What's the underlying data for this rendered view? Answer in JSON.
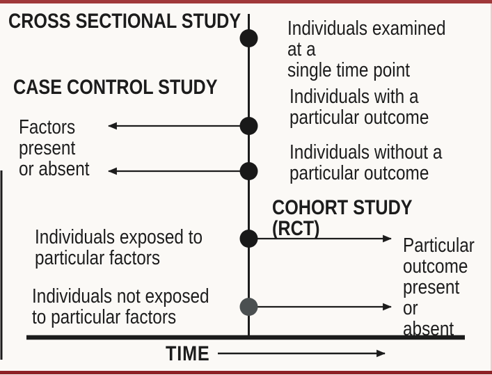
{
  "palette": {
    "background": "#fbf9f6",
    "accent_red": "#a0383a",
    "accent_red_dark": "#8d2026",
    "ink": "#1c1c1c",
    "dot_black": "#191919",
    "dot_gray": "#4b5051",
    "edge_faint": "#e8cdcd"
  },
  "diagram": {
    "titles": {
      "cross_sectional": "CROSS SECTIONAL STUDY",
      "case_control": "CASE CONTROL STUDY",
      "cohort": "COHORT STUDY (RCT)"
    },
    "annotations": {
      "examined": "Individuals examined at a\nsingle time point",
      "factors": "Factors\npresent\nor absent",
      "with_outcome": "Individuals with a\nparticular outcome",
      "without_outcome": "Individuals without a\nparticular outcome",
      "exposed": "Individuals exposed to\nparticular factors",
      "not_exposed": "Individuals not exposed\nto particular factors",
      "outcome_present": "Particular\noutcome\npresent or\nabsent"
    },
    "axis": {
      "label": "TIME"
    }
  }
}
